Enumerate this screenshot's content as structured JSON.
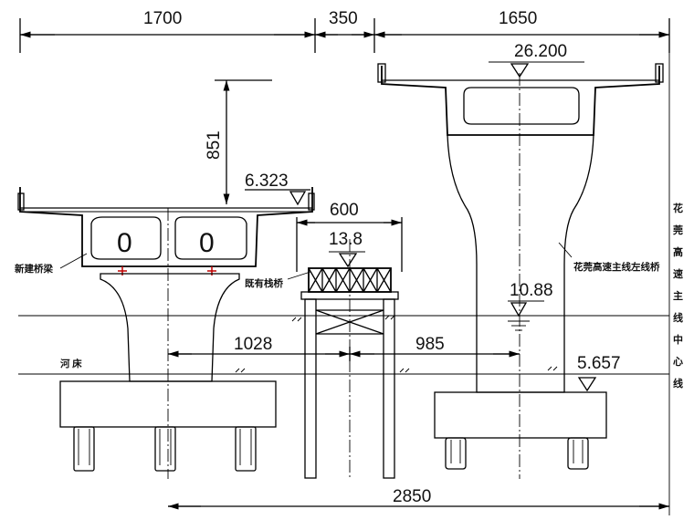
{
  "dimensions": {
    "left_span": "1700",
    "gap_span": "350",
    "right_span": "1650",
    "total_span": "2850",
    "vertical_clearance": "851",
    "trestle_width": "600",
    "offset_left": "1028",
    "offset_right": "985"
  },
  "elevations": {
    "right_deck": "26.200",
    "left_deck": "6.323",
    "trestle_deck": "13.8",
    "water_level": "10.88",
    "right_cap": "5.657"
  },
  "labels": {
    "new_bridge": "新建桥梁",
    "existing_trestle": "既有栈桥",
    "riverbed": "河  床",
    "main_line_bridge": "花莞高速主线左线桥",
    "centerline": [
      "花",
      "莞",
      "高",
      "速",
      "主",
      "线",
      "中",
      "心",
      "线"
    ]
  },
  "cell_marks": [
    "0",
    "0"
  ]
}
